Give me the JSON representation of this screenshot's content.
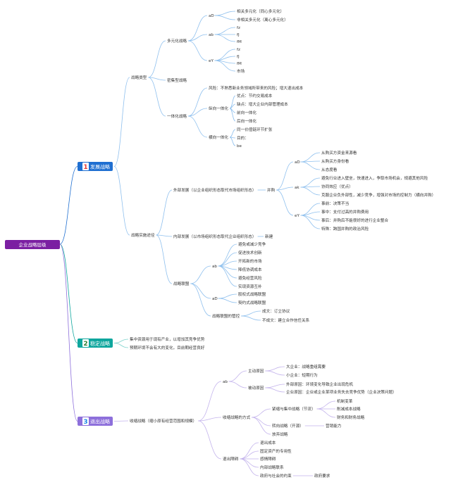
{
  "root": "企业战略层级",
  "colors": {
    "root": "#7b1fa2",
    "b1": "#1f6fd1",
    "b2": "#0ea69d",
    "b3": "#8d6fdb",
    "b1_line": "#8fc0ee",
    "b2_line": "#7fd3cc",
    "b3_line": "#c3b3ec"
  },
  "branch1": {
    "num": "1",
    "label": "发展战略",
    "a": "战略类型",
    "a1": "多元化战略",
    "a1_1": "aD",
    "a1_1a": "相关多元化（同心多元化）",
    "a1_1b": "非相关多元化（离心多元化）",
    "a1_2": "ab",
    "a1_2a": "fz",
    "a1_2b": "fJ",
    "a1_2c": "fM",
    "a1_3": "eY",
    "a1_3a": "fz",
    "a1_3b": "fJ",
    "a1_3c": "fM",
    "a1_3d": "市场",
    "a2": "密集型战略",
    "a3": "一体化战略",
    "a3_0": "风险：不熟悉新业务领域所带来的风险；增大退出成本",
    "a3_1": "纵向一体化",
    "a3_1a": "优点：节约交易成本",
    "a3_1b": "缺点：增大企业内部管理成本",
    "a3_1c": "前向一体化",
    "a3_1d": "后向一体化",
    "a3_2": "横向一体化",
    "a3_2a": "同一价值链环节扩张",
    "a3_2b": "目的：",
    "a3_2c": "be",
    "b": "战略实施途径",
    "b1": "外部发展（以企业组织形态取代市场组织形态）",
    "b1_m": "并购",
    "b1_1": "aD",
    "b1_1a": "从购买方资金来源看",
    "b1_1b": "从购买方身份看",
    "b1_1c": "从态度看",
    "b1_2": "ak",
    "b1_2a": "避免行业进入壁垒，快速进入，争取市场机会，规避其他风险",
    "b1_2b": "协同效应（优点）",
    "b1_2c": "克服企业负外部性，减少竞争，增强对市场的控制力（横向并购）",
    "b1_3": "eY",
    "b1_3a": "事前：决策不当",
    "b1_3b": "事中：支付过高的并购费用",
    "b1_3c": "事后：并购后不能很好的进行企业整合",
    "b1_3d": "特殊：跨国并购的政治风险",
    "b2": "内部发展（以市场组织形态取代企业组织形态）",
    "b2_m": "新建",
    "b3": "战略联盟",
    "b3_1": "ab",
    "b3_1a": "避免或减少竞争",
    "b3_1b": "促进技术创新",
    "b3_1c": "开拓新的市场",
    "b3_1d": "降低协调成本",
    "b3_1e": "避免经营风险",
    "b3_1f": "实现资源互补",
    "b3_2": "aD",
    "b3_2a": "股权式战略联盟",
    "b3_2b": "契约式战略联盟",
    "b3_3": "战略联盟的管控",
    "b3_3a": "成文：订立协议",
    "b3_3b": "不成文：建立合作信任关系"
  },
  "branch2": {
    "num": "2",
    "label": "稳定战略",
    "s1": "集中资源用于现有产业，以增加其竞争优势",
    "s2": "预期环境不会有大的变化，目前期经营良好"
  },
  "branch3": {
    "num": "3",
    "label": "退出战略",
    "c": "收缩战略（缩小原有经营范围和规模）",
    "c1": "ab",
    "c1_1": "主动原因",
    "c1_1a": "大企业：战略重组需要",
    "c1_1b": "小企业：短期行为",
    "c1_2": "被动原因",
    "c1_2a": "外部原因：环境变化导致企业出现危机",
    "c1_2b": "企业原因：企业或企业某项业务失去竞争优势（企业决策问题）",
    "c2": "收缩战略的方式",
    "c2_1": "紧缩与集中战略（节流）",
    "c2_1a": "机制变革",
    "c2_1b": "削减成本战略",
    "c2_1c": "财务和财务战略",
    "c2_2": "转向战略（开源）",
    "c2_2m": "营销能力",
    "c2_3": "放弃战略",
    "c3": "退出障碍",
    "c3_1": "退出成本",
    "c3_2": "固定资产的专用性",
    "c3_3": "感情障碍",
    "c3_4": "内部战略联系",
    "c3_5": "政府与社会的约束",
    "c3_5m": "政府要求"
  }
}
